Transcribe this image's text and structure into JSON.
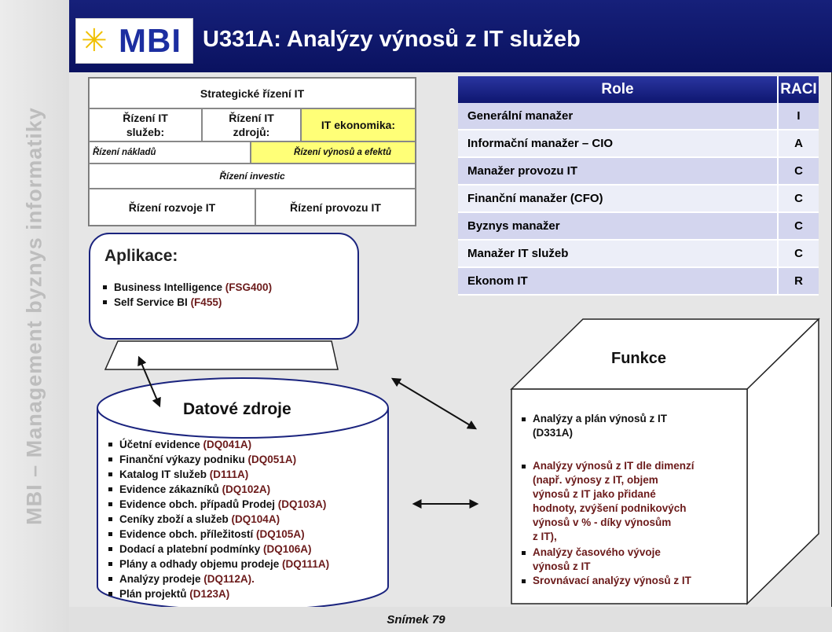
{
  "sidebar_text": "MBI – Management byznys informatiky",
  "logo_text": "MBI",
  "title": "U331A: Analýzy výnosů z IT služeb",
  "framework": {
    "strategic": "Strategické řízení IT",
    "services": "Řízení IT služeb:",
    "sources": "Řízení IT zdrojů:",
    "economics": "IT ekonomika:",
    "costs": "Řízení nákladů",
    "revenues": "Řízení výnosů a efektů",
    "investments": "Řízení investic",
    "development": "Řízení rozvoje IT",
    "operations": "Řízení provozu IT"
  },
  "raci": {
    "headers": [
      "Role",
      "RACI"
    ],
    "rows": [
      {
        "role": "Generální manažer",
        "raci": "I"
      },
      {
        "role": "Informační manažer – CIO",
        "raci": "A"
      },
      {
        "role": "Manažer provozu IT",
        "raci": "C"
      },
      {
        "role": "Finanční manažer (CFO)",
        "raci": "C"
      },
      {
        "role": "Byznys manažer",
        "raci": "C"
      },
      {
        "role": "Manažer IT služeb",
        "raci": "C"
      },
      {
        "role": "Ekonom IT",
        "raci": "R"
      }
    ]
  },
  "apps": {
    "title": "Aplikace:",
    "items": [
      {
        "text": "Business Intelligence ",
        "code": "(FSG400)"
      },
      {
        "text": "Self Service BI ",
        "code": "(F455)"
      }
    ]
  },
  "data_sources": {
    "title": "Datové zdroje",
    "items": [
      {
        "text": "Účetní evidence ",
        "code": "(DQ041A)"
      },
      {
        "text": "Finanční výkazy podniku ",
        "code": "(DQ051A)"
      },
      {
        "text": "Katalog IT služeb ",
        "code": "(D111A)"
      },
      {
        "text": "Evidence zákazníků ",
        "code": "(DQ102A)"
      },
      {
        "text": "Evidence obch. případů Prodej ",
        "code": "(DQ103A)"
      },
      {
        "text": "Ceníky zboží a služeb ",
        "code": "(DQ104A)"
      },
      {
        "text": "Evidence obch. příležitostí ",
        "code": "(DQ105A)"
      },
      {
        "text": "Dodací a platební podmínky  ",
        "code": "(DQ106A)"
      },
      {
        "text": "Plány a odhady objemu prodeje ",
        "code": "(DQ111A)"
      },
      {
        "text": "Analýzy prodeje ",
        "code": "(DQ112A)."
      },
      {
        "text": "Plán projektů ",
        "code": "(D123A)"
      }
    ]
  },
  "functions": {
    "title": "Funkce",
    "items": [
      {
        "lines": [
          "Analýzy a plán výnosů z IT",
          "(D331A)"
        ],
        "color": "#111111"
      },
      {
        "lines": [
          "Analýzy výnosů z IT dle dimenzí",
          "(např. výnosy z IT, objem",
          "výnosů z IT jako přidané",
          "hodnoty, zvýšení podnikových",
          "výnosů v % - díky výnosům",
          "z IT),"
        ],
        "color": "#6b1a1a"
      },
      {
        "lines": [
          "Analýzy časového vývoje",
          "výnosů z IT"
        ],
        "color": "#6b1a1a"
      },
      {
        "lines": [
          "Srovnávací analýzy výnosů z IT"
        ],
        "color": "#6b1a1a"
      }
    ]
  },
  "footer": "Snímek 79",
  "colors": {
    "header": "#0d1568",
    "highlight": "#ffff77",
    "code": "#6b1a1a"
  }
}
